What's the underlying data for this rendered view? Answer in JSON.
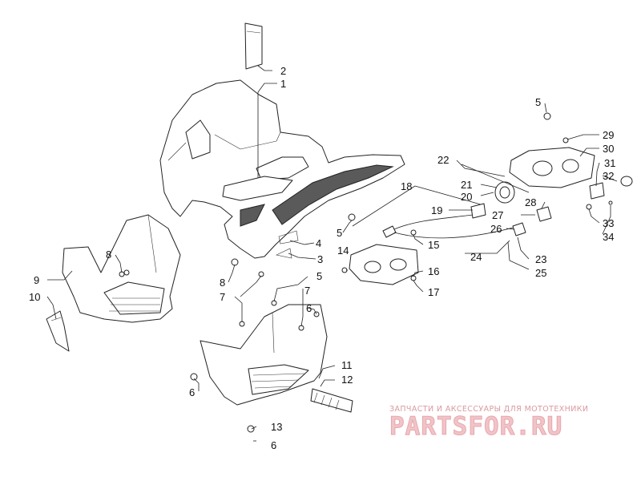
{
  "diagram": {
    "callouts": [
      {
        "id": "c2",
        "text": "2"
      },
      {
        "id": "c1",
        "text": "1"
      },
      {
        "id": "c9",
        "text": "9"
      },
      {
        "id": "c10",
        "text": "10"
      },
      {
        "id": "c8a",
        "text": "8"
      },
      {
        "id": "c8b",
        "text": "8"
      },
      {
        "id": "c7a",
        "text": "7"
      },
      {
        "id": "c7b",
        "text": "7"
      },
      {
        "id": "c5a",
        "text": "5"
      },
      {
        "id": "c5b",
        "text": "5"
      },
      {
        "id": "c5c",
        "text": "5"
      },
      {
        "id": "c4",
        "text": "4"
      },
      {
        "id": "c3",
        "text": "3"
      },
      {
        "id": "c14",
        "text": "14"
      },
      {
        "id": "c15",
        "text": "15"
      },
      {
        "id": "c16",
        "text": "16"
      },
      {
        "id": "c17",
        "text": "17"
      },
      {
        "id": "c18",
        "text": "18"
      },
      {
        "id": "c19",
        "text": "19"
      },
      {
        "id": "c20",
        "text": "20"
      },
      {
        "id": "c21",
        "text": "21"
      },
      {
        "id": "c22",
        "text": "22"
      },
      {
        "id": "c23",
        "text": "23"
      },
      {
        "id": "c24",
        "text": "24"
      },
      {
        "id": "c25",
        "text": "25"
      },
      {
        "id": "c26",
        "text": "26"
      },
      {
        "id": "c27",
        "text": "27"
      },
      {
        "id": "c28",
        "text": "28"
      },
      {
        "id": "c29",
        "text": "29"
      },
      {
        "id": "c30",
        "text": "30"
      },
      {
        "id": "c31",
        "text": "31"
      },
      {
        "id": "c32",
        "text": "32"
      },
      {
        "id": "c33",
        "text": "33"
      },
      {
        "id": "c34",
        "text": "34"
      },
      {
        "id": "c6a",
        "text": "6"
      },
      {
        "id": "c6b",
        "text": "6"
      },
      {
        "id": "c6c",
        "text": "6"
      },
      {
        "id": "c11",
        "text": "11"
      },
      {
        "id": "c12",
        "text": "12"
      },
      {
        "id": "c13",
        "text": "13"
      }
    ]
  },
  "watermark": {
    "tagline": "ЗАПЧАСТИ И АКСЕССУАРЫ ДЛЯ МОТОТЕХНИКИ",
    "logo": "PARTSFOR.RU",
    "color": "#e8a7ae"
  }
}
